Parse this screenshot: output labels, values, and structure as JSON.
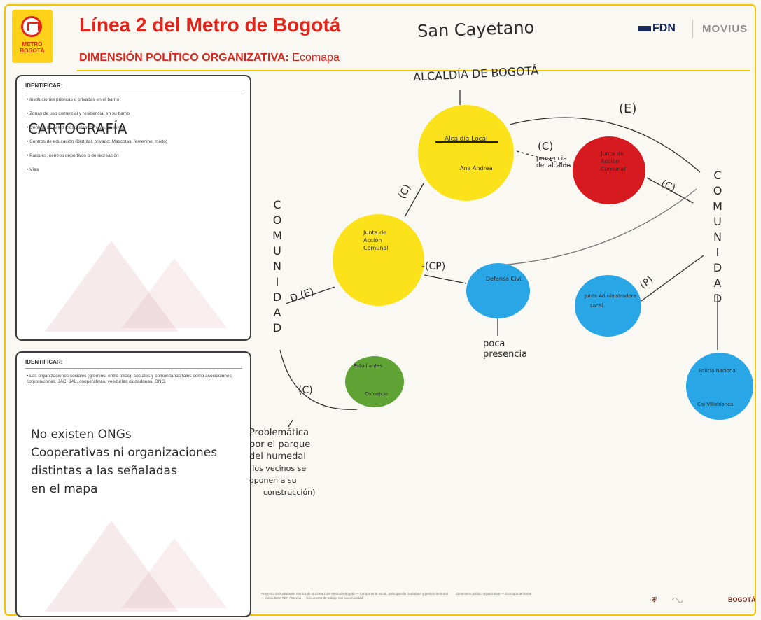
{
  "header": {
    "logo_text": "METRO\nBOGOTÁ",
    "title": "Línea 2 del Metro de Bogotá",
    "subtitle_main": "DIMENSIÓN POLÍTICO ORGANIZATIVA:",
    "subtitle_extra": " Ecomapa",
    "handwritten_location": "San Cayetano",
    "brand_fdn": "FDN",
    "brand_movius": "MOVIUS"
  },
  "panel_identify_1": {
    "heading": "IDENTIFICAR:",
    "items": [
      "• Instituciones públicas o privadas en el barrio",
      "• Zonas de uso comercial y residencial en su barrio",
      "• Centros de salud (hospitales, clínicas, puestos)",
      "• Centros de educación (Distrital, privado: Mascotas, femenino, mixto)",
      "• Parques, centros deportivos o de recreación",
      "• Vías"
    ],
    "handwritten": "CARTOGRAFÍA"
  },
  "panel_identify_2": {
    "heading": "IDENTIFICAR:",
    "text": "• Las organizaciones sociales (gremios, entre otros), sociales y comunitarias tales como asociaciones, corporaciones, JAC, JAL, cooperativas, veedurías ciudadanas, ONG.",
    "handwritten_lines": [
      "No existen ONGs",
      "Cooperativas ni organizaciones",
      "distintas a las señaladas",
      "en el mapa"
    ]
  },
  "ecomap": {
    "top_label": "ALCALDÍA DE BOGOTÁ",
    "nodes": {
      "center": {
        "lines": [
          "Alcaldía Local",
          "Ana Andrea"
        ]
      },
      "red": {
        "lines": [
          "Junta de",
          "Acción",
          "Comunal"
        ]
      },
      "left_yellow": {
        "lines": [
          "Junta de",
          "Acción",
          "Comunal"
        ]
      },
      "mid_blue": {
        "lines": [
          "Defensa Civil"
        ]
      },
      "right_blue": {
        "lines": [
          "Junta Administradora",
          "Local"
        ]
      },
      "green": {
        "lines": [
          "Estudiantes",
          "Comercio"
        ]
      },
      "far_blue": {
        "lines": [
          "Policía Nacional",
          "Cai Villablanca"
        ]
      }
    },
    "relations": {
      "e_top": "(E)",
      "c_center_red": "(C)",
      "c_red_right": "(C)",
      "c_center_left": "(C)",
      "cp": "-(CP)",
      "p_right": "(P)",
      "de": "D (E)",
      "c_bottom": "(C)"
    },
    "notes": {
      "under_c": "presencia\ndel alcalde",
      "poca": "poca\npresencia",
      "problem": [
        "Problemática",
        "por el parque",
        "del humedal",
        "(los vecinos se",
        "oponen a su",
        "construcción)"
      ]
    },
    "comunidad_left": "COMUNIDAD",
    "comunidad_right": "COMUNIDAD"
  },
  "footer": {
    "left": "Proyecto: Estructuración técnica de la Línea 2 del Metro de Bogotá — Componente social, participación ciudadana y gestión territorial — Consultoría FDN / Movius — Documento de trabajo con la comunidad.",
    "right": "Dimensión político organizativa — Ecomapa territorial",
    "logos": [
      "BOGOTÁ"
    ]
  },
  "colors": {
    "accent_red": "#e1251b",
    "accent_yellow": "#f5c400",
    "node_yellow": "#fbe21b",
    "node_red": "#d71920",
    "node_blue": "#29a6e6",
    "node_green": "#5ea334"
  }
}
